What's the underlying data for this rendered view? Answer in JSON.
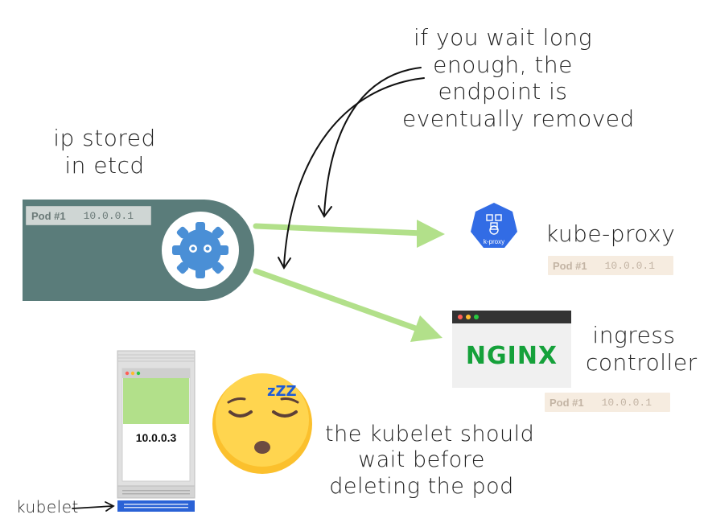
{
  "top_note": [
    "if you wait long",
    "enough, the",
    "endpoint is",
    "eventually removed"
  ],
  "etcd_note": [
    "ip stored",
    "in etcd"
  ],
  "etcd_pod": {
    "name": "Pod #1",
    "ip": "10.0.0.1"
  },
  "kube_proxy": {
    "label": "kube-proxy",
    "icon_text": "k-proxy",
    "pod_name": "Pod #1",
    "pod_ip": "10.0.0.1"
  },
  "ingress": {
    "label_lines": [
      "ingress",
      "controller"
    ],
    "logo_text": "NGINX",
    "pod_name": "Pod #1",
    "pod_ip": "10.0.0.1"
  },
  "node": {
    "ip": "10.0.0.3",
    "kubelet_label": "kubelet"
  },
  "bottom_note": [
    "the kubelet should",
    "wait before",
    "deleting the pod"
  ],
  "sleep_text": "zZZ",
  "colors": {
    "etcd_bar": "#5a7c7a",
    "etcd_blue": "#4a8fd6",
    "arrow_green": "#b2e08a",
    "nginx_green": "#15a13a",
    "kube_blue": "#326ce5",
    "node_blue": "#2a62d6"
  }
}
